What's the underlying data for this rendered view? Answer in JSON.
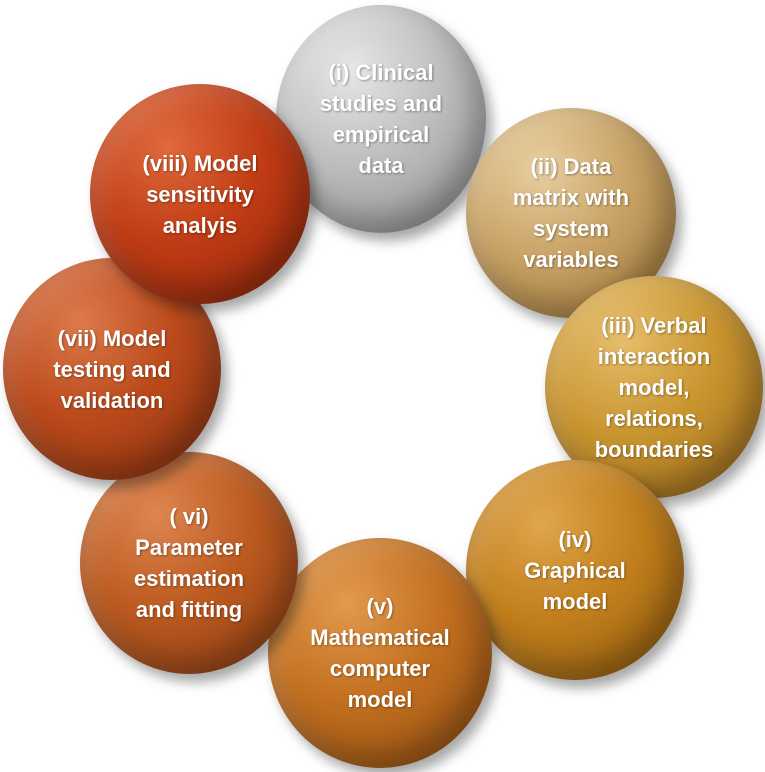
{
  "diagram": {
    "type": "cycle",
    "nodes": [
      {
        "label": "(i) Clinical\nstudies and\nempirical\ndata",
        "color": "#bdbdbd"
      },
      {
        "label": "(ii) Data\nmatrix with\nsystem\nvariables",
        "color": "#c9a265"
      },
      {
        "label": "(iii) Verbal\ninteraction\nmodel,\nrelations,\nboundaries",
        "color": "#c9952f"
      },
      {
        "label": "(iv)\nGraphical\nmodel",
        "color": "#c27f1c"
      },
      {
        "label": "(v)\nMathematical\ncomputer\nmodel",
        "color": "#c26f1f"
      },
      {
        "label": "( vi)\nParameter\nestimation\nand fitting",
        "color": "#bc5a20"
      },
      {
        "label": "(vii) Model\ntesting and\nvalidation",
        "color": "#bb4a1b"
      },
      {
        "label": "(viii) Model\nsensitivity\nanalyis",
        "color": "#c03c14"
      }
    ]
  }
}
